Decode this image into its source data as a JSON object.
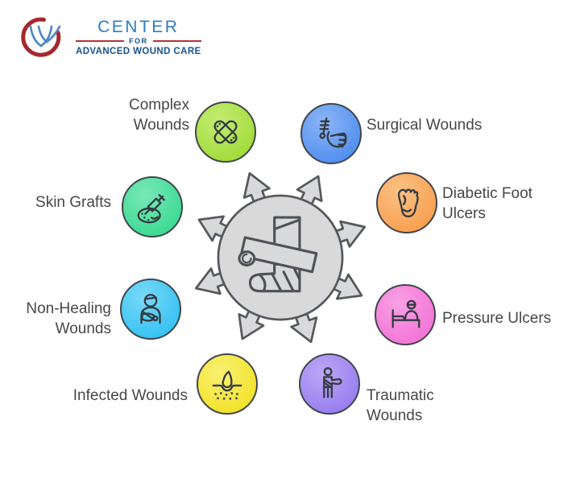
{
  "logo": {
    "org_name": "Center for Advanced Wound Care",
    "line1": "CENTER",
    "line2": "FOR",
    "line3": "ADVANCED WOUND CARE",
    "title_color": "#2e7cc0",
    "subtitle_color": "#17528f",
    "accent_color": "#b23335",
    "mark_blue": "#4a86c8",
    "mark_red": "#a5282c"
  },
  "hub": {
    "icon": "bandaged-leg-cast-icon",
    "fill": "#d9d9d9",
    "stroke": "#55585c",
    "arrow_count": 8
  },
  "text_color": "#474747",
  "background": "#ffffff",
  "nodes": [
    {
      "label": "Complex Wounds",
      "icon": "crossed-bandages-icon",
      "color": "#a3dc3c",
      "color_light": "#c4ec74"
    },
    {
      "label": "Surgical Wounds",
      "icon": "sutured-fist-icon",
      "color": "#5390ef",
      "color_light": "#8db6f6"
    },
    {
      "label": "Skin Grafts",
      "icon": "skin-graft-syringe-icon",
      "color": "#3eda94",
      "color_light": "#79e8b7"
    },
    {
      "label": "Diabetic Foot Ulcers",
      "icon": "foot-sole-icon",
      "color": "#f8a152",
      "color_light": "#fbc184"
    },
    {
      "label": "Non-Healing Wounds",
      "icon": "bandaged-patient-icon",
      "color": "#38c3f2",
      "color_light": "#7ad9f8"
    },
    {
      "label": "Pressure Ulcers",
      "icon": "patient-in-bed-icon",
      "color": "#f376d7",
      "color_light": "#f9a0e5"
    },
    {
      "label": "Infected Wounds",
      "icon": "wound-drop-icon",
      "color": "#f3e32c",
      "color_light": "#f9f072"
    },
    {
      "label": "Traumatic Wounds",
      "icon": "arm-sling-person-icon",
      "color": "#9a7ff0",
      "color_light": "#bba8f6"
    }
  ]
}
